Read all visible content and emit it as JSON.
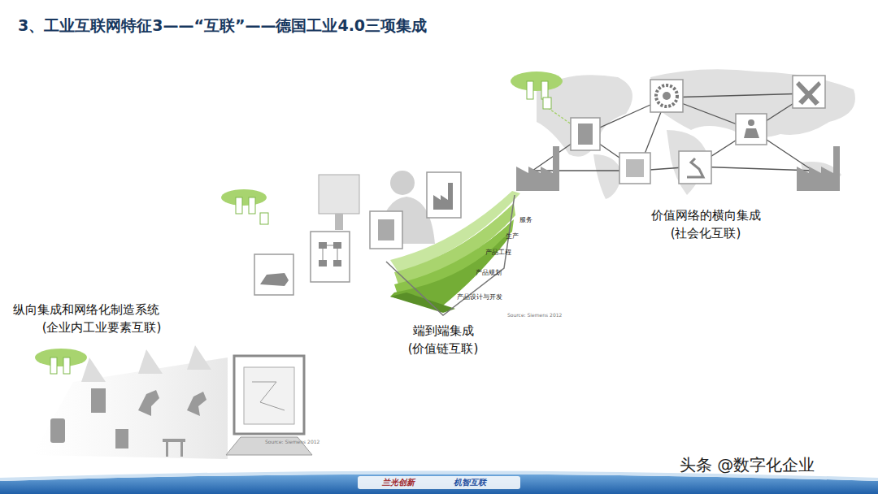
{
  "diagram": {
    "title": "3、工业互联网特征3——“互联”——德国工业4.0三项集成",
    "labels": [
      "价值网络的横向集成",
      "(社会化互联)",
      "服务",
      "生产",
      "产品工程",
      "产品规划",
      "产品设计与开发",
      "Source: Siemens 2012",
      "端到端集成",
      "(价值链互联)",
      "纵向集成和网络化制造系统",
      "(企业内工业要素互联)",
      "Source: Siemens 2012",
      "头条 @数字化企业",
      "兰光创新",
      "机智互联"
    ]
  }
}
